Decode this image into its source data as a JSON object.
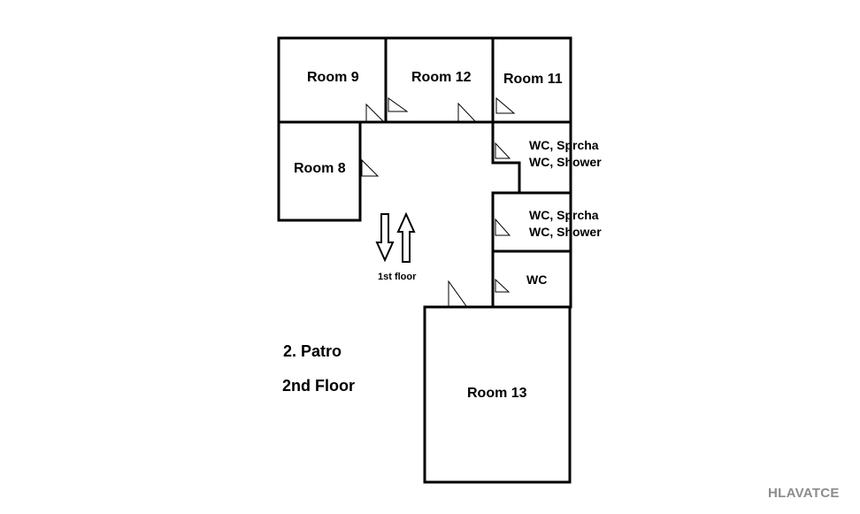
{
  "rooms": {
    "room9": "Room 9",
    "room12": "Room 12",
    "room11": "Room 11",
    "room8": "Room 8",
    "room13": "Room 13",
    "wc_shower_1": {
      "line1": "WC, Sprcha",
      "line2": "WC, Shower"
    },
    "wc_shower_2": {
      "line1": "WC, Sprcha",
      "line2": "WC, Shower"
    },
    "wc": "WC"
  },
  "stairs_label": "1st floor",
  "floor": {
    "czech": "2. Patro",
    "english": "2nd Floor"
  },
  "watermark": "HLAVATCE"
}
